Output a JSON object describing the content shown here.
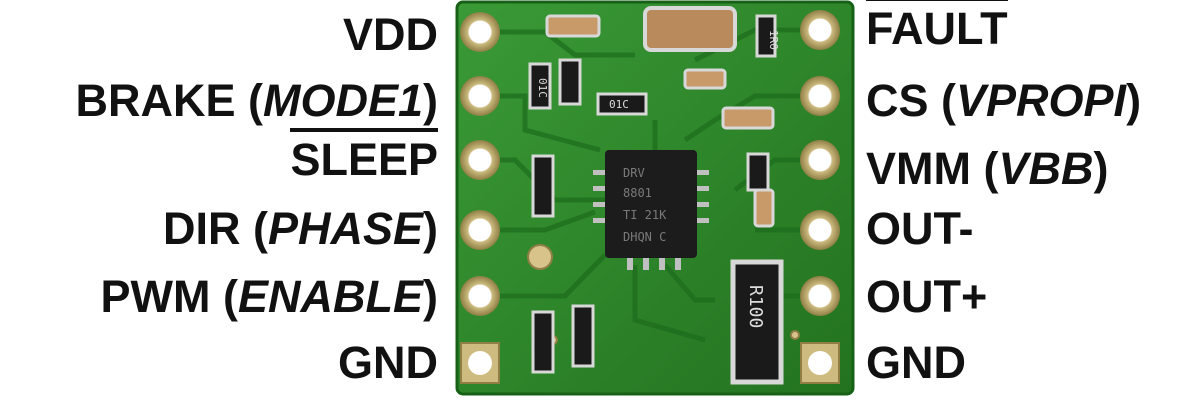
{
  "pins_left": [
    {
      "name": "VDD",
      "alt": "",
      "overbar": false
    },
    {
      "name": "BRAKE",
      "alt": "MODE1",
      "overbar": false
    },
    {
      "name": "SLEEP",
      "alt": "",
      "overbar": true
    },
    {
      "name": "DIR",
      "alt": "PHASE",
      "overbar": false
    },
    {
      "name": "PWM",
      "alt": "ENABLE",
      "overbar": false
    },
    {
      "name": "GND",
      "alt": "",
      "overbar": false
    }
  ],
  "pins_right": [
    {
      "name": "FAULT",
      "alt": "",
      "overbar": true
    },
    {
      "name": "CS",
      "alt": "VPROPI",
      "overbar": false
    },
    {
      "name": "VMM",
      "alt": "VBB",
      "overbar": false
    },
    {
      "name": "OUT-",
      "alt": "",
      "overbar": false
    },
    {
      "name": "OUT+",
      "alt": "",
      "overbar": false
    },
    {
      "name": "GND",
      "alt": "",
      "overbar": false
    }
  ],
  "board": {
    "chip_lines": [
      "DRV",
      "8801",
      "TI 21K",
      "DHQN C"
    ],
    "resistor_labels": {
      "r_top_right": "1R0",
      "r_mid_small": "01C",
      "r_small": "01C",
      "r_sense": "R100"
    },
    "colors": {
      "pcb": "#2f8a2e",
      "pcb_dark": "#1f6a1f",
      "pad": "#d8c48a",
      "chip": "#1c1c1c"
    }
  }
}
